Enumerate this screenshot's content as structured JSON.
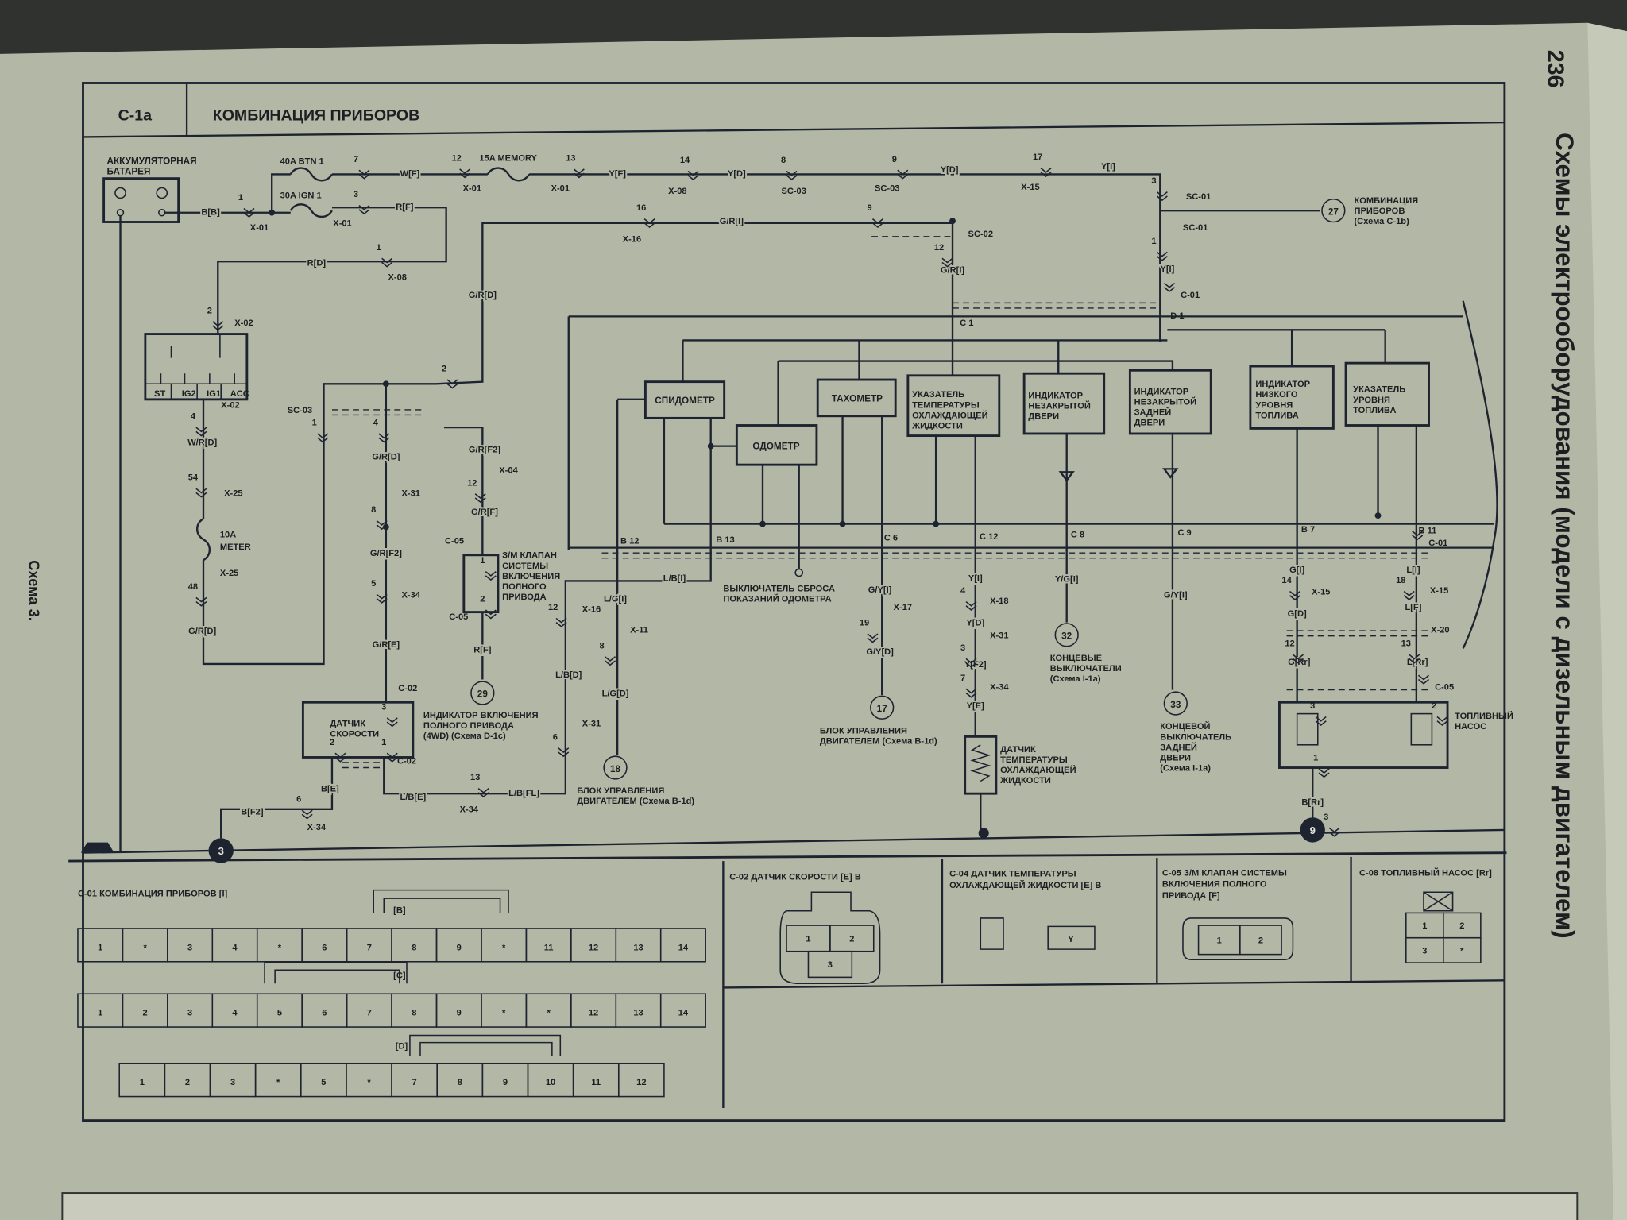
{
  "header": {
    "code": "C-1a",
    "title": "КОМБИНАЦИЯ ПРИБОРОВ"
  },
  "page": {
    "number": "236",
    "section_title": "Схемы электрооборудования (модели с дизельным двигателем)",
    "scheme_label": "Схема 3."
  },
  "components": {
    "battery": [
      "АККУМУЛЯТОРНАЯ",
      "БАТАРЕЯ"
    ],
    "ignition_switch": [
      "ST",
      "IG2",
      "IG1",
      "ACC"
    ],
    "fuses": [
      "40A BTN 1",
      "30A IGN 1",
      "15A MEMORY",
      "10A",
      "METER"
    ],
    "speedometer": "СПИДОМЕТР",
    "odometer": "ОДОМЕТР",
    "tachometer": "ТАХОМЕТР",
    "temp_gauge": [
      "УКАЗАТЕЛЬ",
      "ТЕМПЕРАТУРЫ",
      "ОХЛАЖДАЮЩЕЙ",
      "ЖИДКОСТИ"
    ],
    "door_indicator": [
      "ИНДИКАТОР",
      "НЕЗАКРЫТОЙ",
      "ДВЕРИ"
    ],
    "rear_door_indicator": [
      "ИНДИКАТОР",
      "НЕЗАКРЫТОЙ",
      "ЗАДНЕЙ",
      "ДВЕРИ"
    ],
    "low_fuel_indicator": [
      "ИНДИКАТОР",
      "НИЗКОГО",
      "УРОВНЯ",
      "ТОПЛИВА"
    ],
    "fuel_gauge": [
      "УКАЗАТЕЛЬ",
      "УРОВНЯ",
      "ТОПЛИВА"
    ],
    "speed_sensor": [
      "ДАТЧИК",
      "СКОРОСТИ"
    ],
    "fwd_valve": [
      "З/М КЛАПАН",
      "СИСТЕМЫ",
      "ВКЛЮЧЕНИЯ",
      "ПОЛНОГО",
      "ПРИВОДА"
    ],
    "temp_sensor": [
      "ДАТЧИК",
      "ТЕМПЕРАТУРЫ",
      "ОХЛАЖДАЮЩЕЙ",
      "ЖИДКОСТИ"
    ],
    "fuel_pump": [
      "ТОПЛИВНЫЙ",
      "НАСОС"
    ],
    "odometer_reset": [
      "ВЫКЛЮЧАТЕЛЬ СБРОСА",
      "ПОКАЗАНИЙ ОДОМЕТРА"
    ]
  },
  "references": [
    {
      "num": "27",
      "lines": [
        "КОМБИНАЦИЯ",
        "ПРИБОРОВ",
        "(Схема C-1b)"
      ]
    },
    {
      "num": "29",
      "lines": [
        "ИНДИКАТОР ВКЛЮЧЕНИЯ",
        "ПОЛНОГО ПРИВОДА",
        "(4WD) (Схема D-1c)"
      ]
    },
    {
      "num": "18",
      "lines": [
        "БЛОК УПРАВЛЕНИЯ",
        "ДВИГАТЕЛЕМ (Схема B-1d)"
      ]
    },
    {
      "num": "17",
      "lines": [
        "БЛОК УПРАВЛЕНИЯ",
        "ДВИГАТЕЛЕМ (Схема B-1d)"
      ]
    },
    {
      "num": "32",
      "lines": [
        "КОНЦЕВЫЕ",
        "ВЫКЛЮЧАТЕЛИ",
        "(Схема I-1a)"
      ]
    },
    {
      "num": "33",
      "lines": [
        "КОНЦЕВОЙ",
        "ВЫКЛЮЧАТЕЛЬ",
        "ЗАДНЕЙ",
        "ДВЕРИ",
        "(Схема I-1a)"
      ]
    }
  ],
  "grounds": [
    "3",
    "9"
  ],
  "wires": [
    "B[B]",
    "W[F]",
    "Y[F]",
    "Y[D]",
    "Y[D]",
    "Y[I]",
    "R[F]",
    "R[D]",
    "G/R[D]",
    "G/R[I]",
    "G/R[I]",
    "Y[I]",
    "W/R[D]",
    "G/R[D]",
    "G/R[D]",
    "G/R[F2]",
    "G/R[E]",
    "G/R[F2]",
    "G/R[F]",
    "R[F]",
    "L/B[I]",
    "L/G[I]",
    "L/G[D]",
    "L/B[D]",
    "L/B[E]",
    "L/B[FL]",
    "B[E]",
    "B[F2]",
    "G/Y[I]",
    "G/Y[D]",
    "Y[I]",
    "Y[D]",
    "Y[F2]",
    "Y[E]",
    "Y/G[I]",
    "G/Y[I]",
    "G[I]",
    "G[D]",
    "G[Rr]",
    "L[I]",
    "L[F]",
    "L[Rr]",
    "B[Rr]"
  ],
  "connectors": [
    {
      "id": "X-01",
      "pin": "1"
    },
    {
      "id": "",
      "pin": "7"
    },
    {
      "id": "X-01",
      "pin": "3"
    },
    {
      "id": "X-01",
      "pin": "12"
    },
    {
      "id": "X-01",
      "pin": "13"
    },
    {
      "id": "X-08",
      "pin": "14"
    },
    {
      "id": "SC-03",
      "pin": "8"
    },
    {
      "id": "SC-03",
      "pin": "9"
    },
    {
      "id": "X-15",
      "pin": "17"
    },
    {
      "id": "SC-01",
      "pin": "3"
    },
    {
      "id": "SC-01",
      "pin": "1"
    },
    {
      "id": "X-16",
      "pin": "16"
    },
    {
      "id": "",
      "pin": "9"
    },
    {
      "id": "SC-02",
      "pin": "12"
    },
    {
      "id": "X-08",
      "pin": "1"
    },
    {
      "id": "X-02",
      "pin": "2"
    },
    {
      "id": "X-02",
      "pin": "4"
    },
    {
      "id": "X-25",
      "pin": "54"
    },
    {
      "id": "X-25",
      "pin": "48"
    },
    {
      "id": "SC-03",
      "pin": "1"
    },
    {
      "id": "",
      "pin": "4"
    },
    {
      "id": "",
      "pin": "2"
    },
    {
      "id": "X-31",
      "pin": "8"
    },
    {
      "id": "X-34",
      "pin": "5"
    },
    {
      "id": "C-02",
      "pin": "3"
    },
    {
      "id": "C-02",
      "pin": "1"
    },
    {
      "id": "",
      "pin": "2"
    },
    {
      "id": "X-04",
      "pin": "12"
    },
    {
      "id": "C-05",
      "pin": "1"
    },
    {
      "id": "C-05",
      "pin": "2"
    },
    {
      "id": "X-16",
      "pin": "12"
    },
    {
      "id": "X-11",
      "pin": "8"
    },
    {
      "id": "X-31",
      "pin": "6"
    },
    {
      "id": "X-34",
      "pin": "13"
    },
    {
      "id": "X-34",
      "pin": "6"
    },
    {
      "id": "X-17",
      "pin": "19"
    },
    {
      "id": "X-18",
      "pin": "4"
    },
    {
      "id": "X-31",
      "pin": "3"
    },
    {
      "id": "X-34",
      "pin": "7"
    },
    {
      "id": "X-15",
      "pin": "14"
    },
    {
      "id": "X-15",
      "pin": "18"
    },
    {
      "id": "",
      "pin": "12"
    },
    {
      "id": "X-20",
      "pin": "13"
    },
    {
      "id": "C-05",
      "pin": ""
    },
    {
      "id": "C-01",
      "pin": ""
    },
    {
      "id": "C-01",
      "pin": ""
    },
    {
      "id": "",
      "pin": "3"
    },
    {
      "id": "",
      "pin": "3"
    },
    {
      "id": "",
      "pin": "2"
    },
    {
      "id": "",
      "pin": "1"
    }
  ],
  "cluster_pins": [
    "C 1",
    "D 1",
    "B 12",
    "B 13",
    "C 6",
    "C 12",
    "C 8",
    "C 9",
    "B 7",
    "B 11"
  ],
  "connector_views": {
    "c01": {
      "title": "C-01 КОМБИНАЦИЯ ПРИБОРОВ [I]",
      "rows": [
        {
          "label": "[B]",
          "pins": [
            "1",
            "*",
            "3",
            "4",
            "*",
            "6",
            "7",
            "8",
            "9",
            "*",
            "11",
            "12",
            "13",
            "14"
          ]
        },
        {
          "label": "[C]",
          "pins": [
            "1",
            "2",
            "3",
            "4",
            "5",
            "6",
            "7",
            "8",
            "9",
            "*",
            "*",
            "12",
            "13",
            "14"
          ]
        },
        {
          "label": "[D]",
          "pins": [
            "1",
            "2",
            "3",
            "*",
            "5",
            "*",
            "7",
            "8",
            "9",
            "10",
            "11",
            "12"
          ]
        }
      ]
    },
    "c02": {
      "title": "C-02 ДАТЧИК СКОРОСТИ [E] B",
      "pins": [
        "1",
        "2",
        "3"
      ]
    },
    "c04": {
      "title": [
        "C-04 ДАТЧИК ТЕМПЕРАТУРЫ",
        "ОХЛАЖДАЮЩЕЙ ЖИДКОСТИ [E] B"
      ],
      "pins": [
        "Y"
      ]
    },
    "c05": {
      "title": [
        "C-05 З/М КЛАПАН СИСТЕМЫ",
        "ВКЛЮЧЕНИЯ ПОЛНОГО",
        "ПРИВОДА [F]"
      ],
      "pins": [
        "1",
        "2"
      ]
    },
    "c08": {
      "title": "C-08 ТОПЛИВНЫЙ НАСОС [Rr]",
      "pins": [
        "1",
        "2",
        "3",
        "*"
      ]
    }
  }
}
